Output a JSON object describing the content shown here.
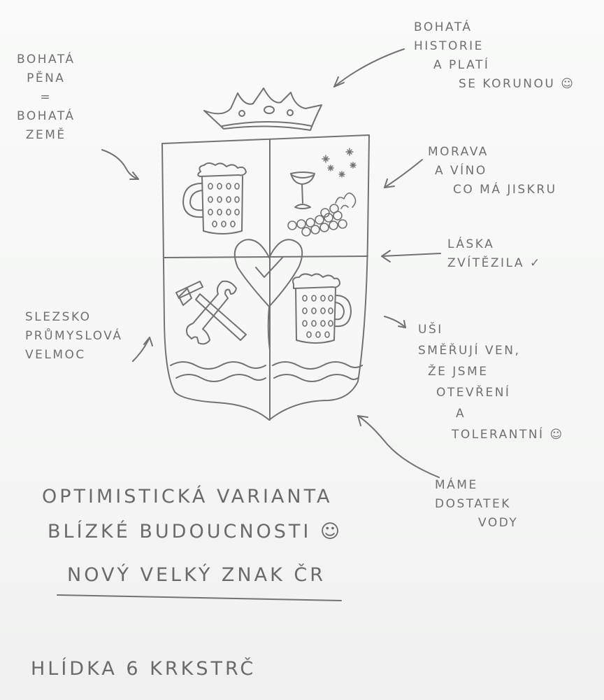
{
  "annotations": {
    "rich_foam": [
      "BOHATÁ",
      "PĚNA",
      "=",
      "BOHATÁ",
      "ZEMĚ"
    ],
    "rich_history": [
      "BOHATÁ",
      "HISTORIE",
      "A PLATÍ",
      "SE KORUNOU ☺"
    ],
    "moravia_wine": [
      "MORAVA",
      "A VÍNO",
      "CO MÁ JISKRU"
    ],
    "love_won": [
      "LÁSKA",
      "ZVÍTĚZILA ✓"
    ],
    "silesia": [
      "SLEZSKO",
      "PRŮMYSLOVÁ",
      "VELMOC"
    ],
    "ears": [
      "UŠI",
      "SMĚŘUJÍ VEN,",
      "ŽE JSME",
      "OTEVŘENÍ",
      "A",
      "TOLERANTNÍ ☺"
    ],
    "water": [
      "MÁME",
      "DOSTATEK",
      "VODY"
    ]
  },
  "caption": {
    "line1": "OPTIMISTICKÁ VARIANTA",
    "line2": "BLÍZKÉ BUDOUCNOSTI ☺",
    "line3": "NOVÝ VELKÝ ZNAK ČR"
  },
  "signature": "HLÍDKA 6 KRKSTRČ",
  "colors": {
    "paper": "#f7f8f7",
    "pencil": "#6d6d6d"
  },
  "icons": [
    "crown-icon",
    "beer-mug-icon",
    "wine-glass-icon",
    "grapes-icon",
    "stars-icon",
    "heart-icon",
    "hammer-icon",
    "wrench-icon",
    "waves-icon"
  ]
}
